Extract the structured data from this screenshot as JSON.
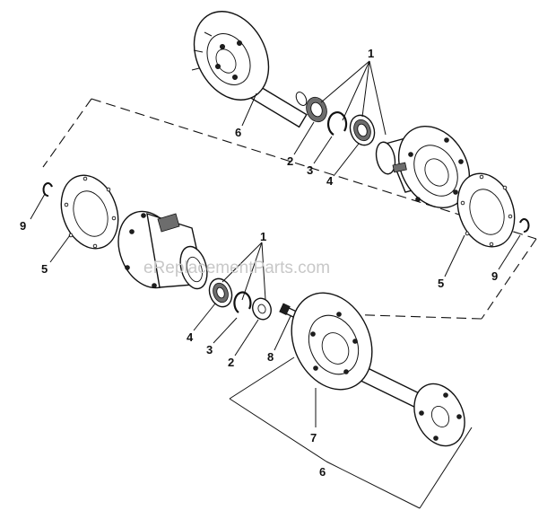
{
  "watermark": "eReplacementParts.com",
  "callouts": {
    "top_group": "1",
    "top_seal": "2",
    "top_ring": "3",
    "top_bearing": "4",
    "top_axle": "6",
    "right_gasket": "5",
    "right_clip": "9",
    "left_clip": "9",
    "left_gasket": "5",
    "bottom_group": "1",
    "bottom_bearing": "4",
    "bottom_ring": "3",
    "bottom_seal": "2",
    "bolt": "8",
    "brake_disc": "7",
    "bottom_axle": "6"
  }
}
